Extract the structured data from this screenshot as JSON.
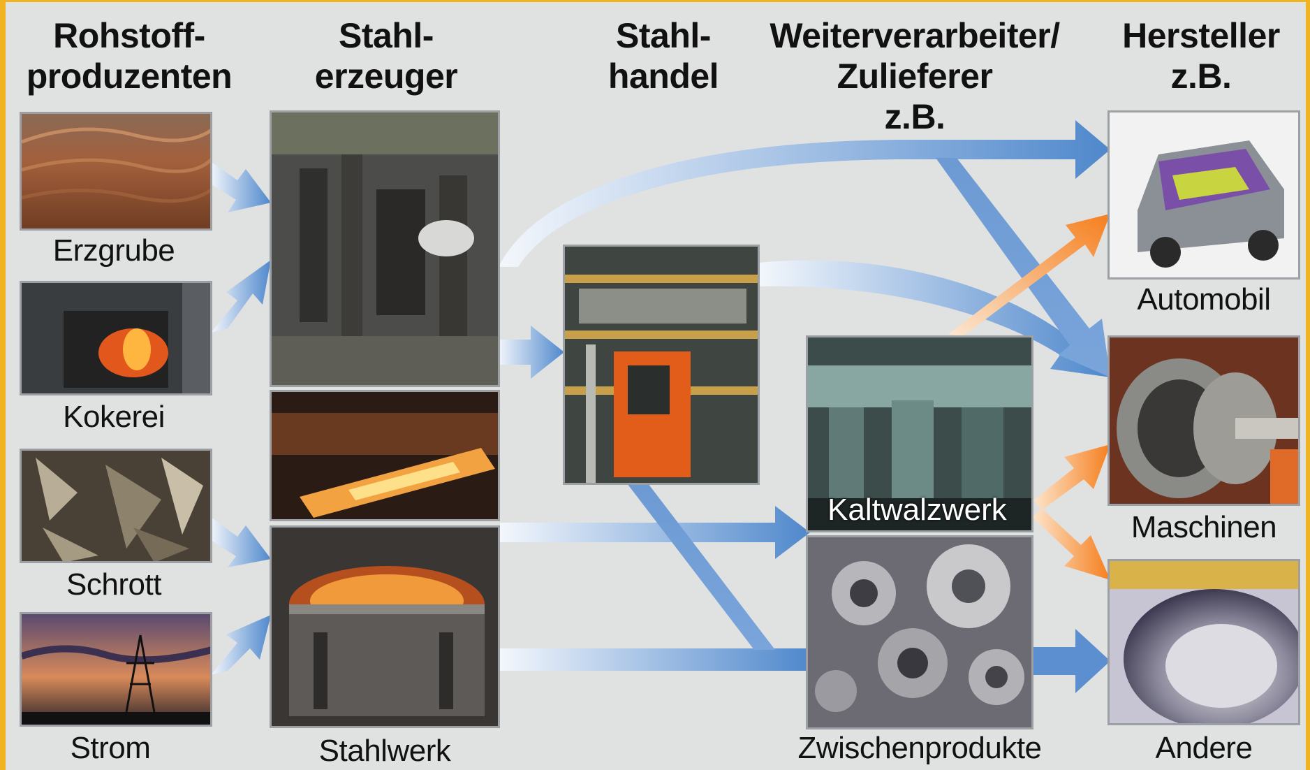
{
  "columns": {
    "raw": "Rohstoff-\nproduzenten",
    "steelmakers": "Stahl-\nerzeuger",
    "trade": "Stahl-\nhandel",
    "processors": "Weiterverarbeiter/\nZulieferer\nz.B.",
    "manufacturers": "Hersteller\nz.B."
  },
  "labels": {
    "ore_mine": "Erzgrube",
    "coke_plant": "Kokerei",
    "scrap": "Schrott",
    "power": "Strom",
    "steelworks": "Stahlwerk",
    "cold_rolling": "Kaltwalzwerk",
    "intermediate": "Zwischenprodukte",
    "automobile": "Automobil",
    "machines": "Maschinen",
    "other": "Andere"
  },
  "colors": {
    "frame": "#f0b422",
    "background": "#e0e1e1",
    "blue_arrow": "#5b8fd0",
    "orange_arrow": "#f68b2c"
  }
}
